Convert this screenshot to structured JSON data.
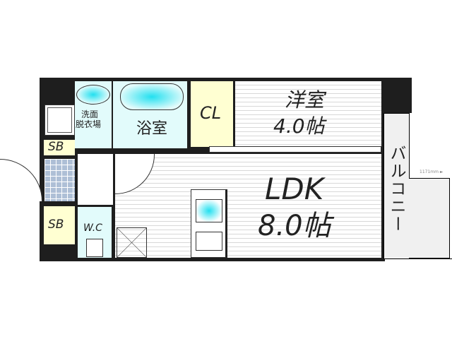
{
  "rooms": {
    "washroom": "洗面\n脱衣場",
    "washroom_line1": "洗面",
    "washroom_line2": "脱衣場",
    "bath": "浴室",
    "closet": "CL",
    "western_room": "洋室",
    "western_room_size": "4.0帖",
    "ldk": "LDK",
    "ldk_size": "8.0帖",
    "storage_1": "SB",
    "storage_2": "SB",
    "toilet": "W.C",
    "balcony": "バルコニー"
  },
  "dimension_note": "1171mm ►"
}
